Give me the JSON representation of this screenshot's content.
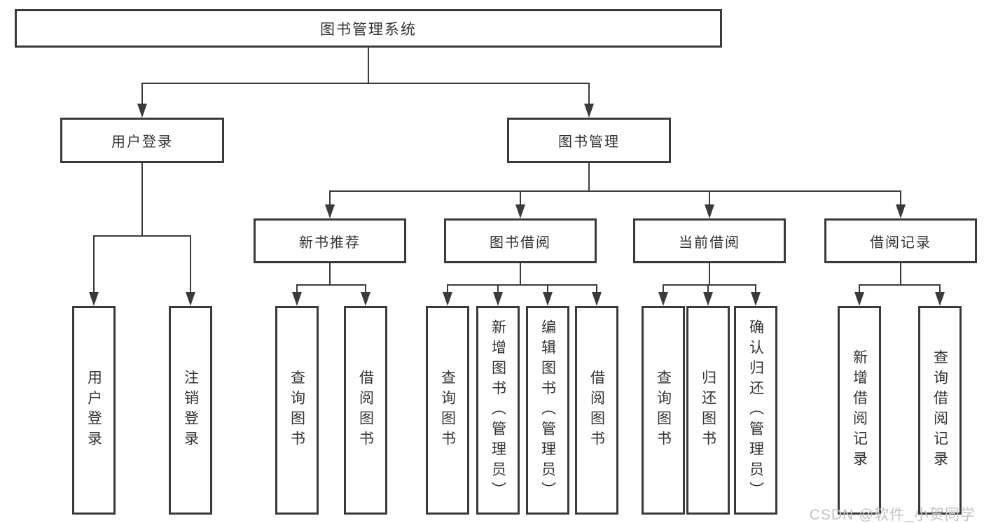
{
  "tree": {
    "root": "图书管理系统",
    "children": [
      {
        "label": "用户登录",
        "children": [
          {
            "label": "用户登录"
          },
          {
            "label": "注销登录"
          }
        ]
      },
      {
        "label": "图书管理",
        "children": [
          {
            "label": "新书推荐",
            "children": [
              {
                "label": "查询图书"
              },
              {
                "label": "借阅图书"
              }
            ]
          },
          {
            "label": "图书借阅",
            "children": [
              {
                "label": "查询图书"
              },
              {
                "label": "新增图书（管理员）"
              },
              {
                "label": "编辑图书（管理员）"
              },
              {
                "label": "借阅图书"
              }
            ]
          },
          {
            "label": "当前借阅",
            "children": [
              {
                "label": "查询图书"
              },
              {
                "label": "归还图书"
              },
              {
                "label": "确认归还（管理员）"
              }
            ]
          },
          {
            "label": "借阅记录",
            "children": [
              {
                "label": "新增借阅记录"
              },
              {
                "label": "查询借阅记录"
              }
            ]
          }
        ]
      }
    ]
  },
  "watermark": "CSDN @软件_小贺同学",
  "colors": {
    "line": "#3a3a3a",
    "text": "#333333",
    "watermark": "#c2c2c2",
    "background": "#ffffff"
  }
}
